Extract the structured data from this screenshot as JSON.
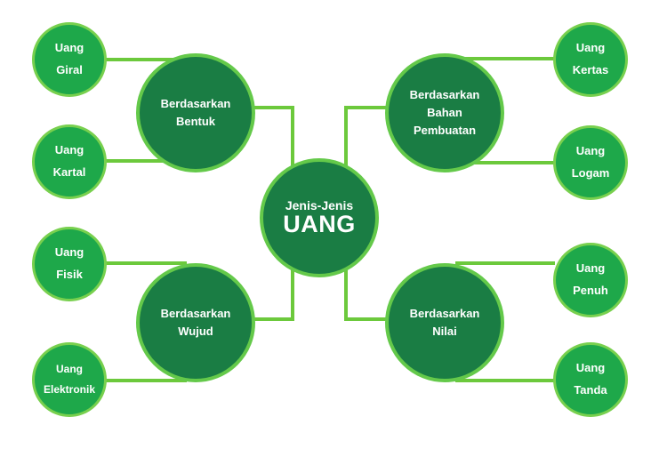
{
  "center": {
    "line1": "Jenis-Jenis",
    "line2": "UANG"
  },
  "categories": {
    "bentuk": "Berdasarkan\nBentuk",
    "wujud": "Berdasarkan\nWujud",
    "bahan": "Berdasarkan\nBahan\nPembuatan",
    "nilai": "Berdasarkan\nNilai"
  },
  "leaves": {
    "giral": "Uang\nGiral",
    "kartal": "Uang\nKartal",
    "fisik": "Uang\nFisik",
    "elektronik": "Uang\nElektronik",
    "kertas": "Uang\nKertas",
    "logam": "Uang\nLogam",
    "penuh": "Uang\nPenuh",
    "tanda": "Uang\nTanda"
  },
  "colors": {
    "connector": "#6cc93c",
    "leaf_fill": "#1ea84a",
    "leaf_ring": "#78d04e",
    "category_fill": "#1a7d44",
    "category_ring": "#64c94a"
  }
}
